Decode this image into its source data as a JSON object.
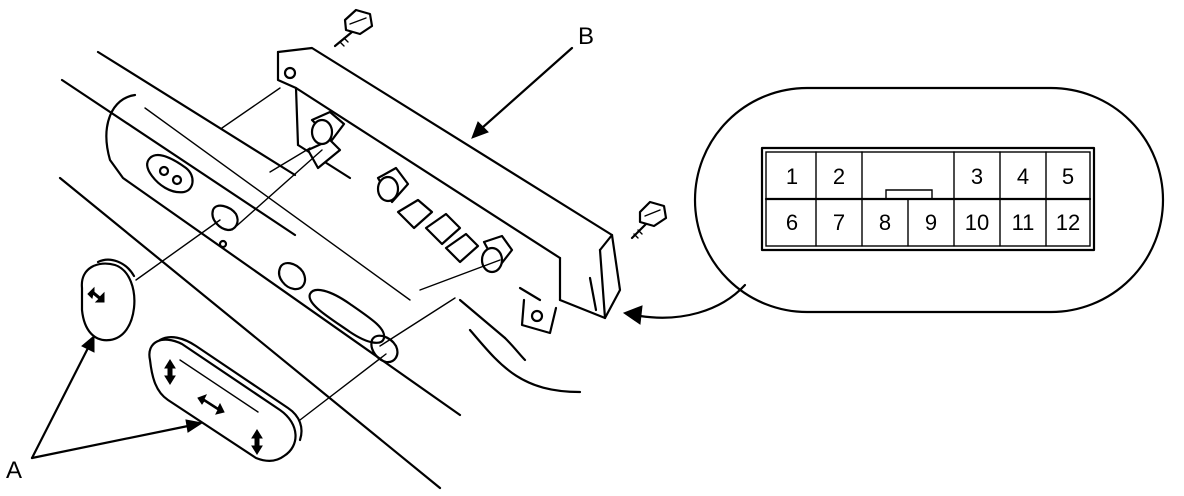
{
  "callouts": {
    "a": "A",
    "b": "B"
  },
  "connector": {
    "pins_top": [
      "1",
      "2",
      "3",
      "4",
      "5"
    ],
    "pins_bottom": [
      "6",
      "7",
      "8",
      "9",
      "10",
      "11",
      "12"
    ]
  }
}
